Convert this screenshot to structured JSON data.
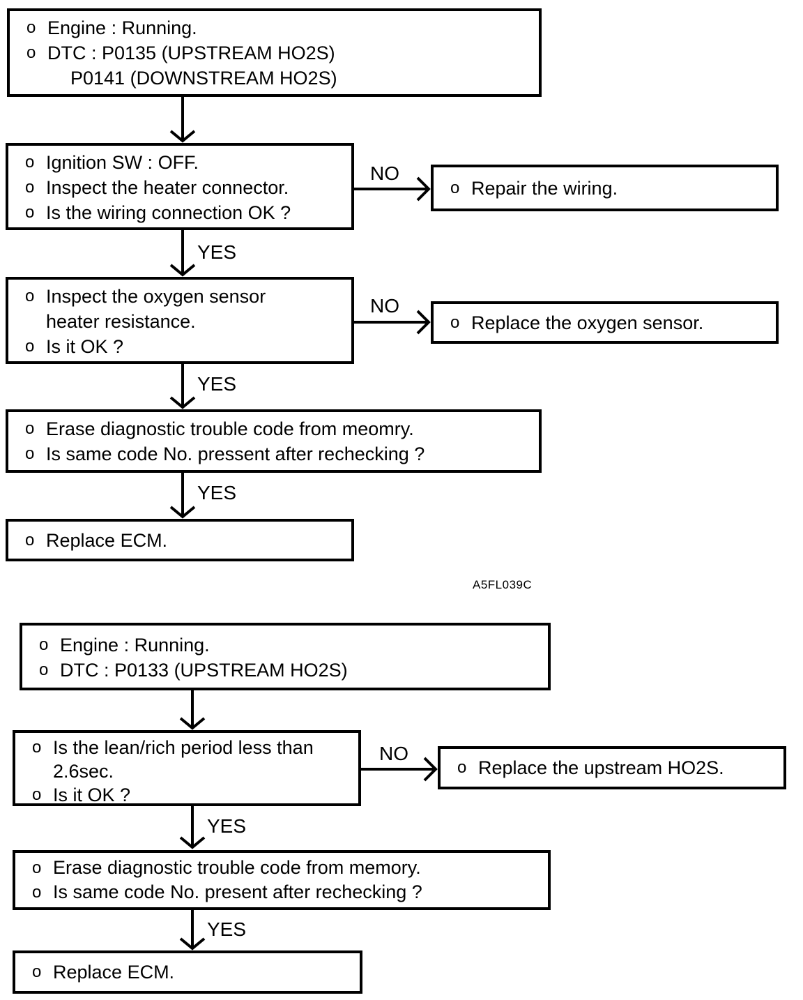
{
  "figure_code": "A5FL039C",
  "labels": {
    "yes": "YES",
    "no": "NO"
  },
  "colors": {
    "ink": "#000000",
    "paper": "#ffffff"
  },
  "flow1": {
    "start": {
      "rows": [
        {
          "b": "o",
          "t": "Engine : Running."
        },
        {
          "b": "o",
          "t": "DTC : P0135 (UPSTREAM HO2S)"
        },
        {
          "b": "",
          "t": "P0141 (DOWNSTREAM HO2S)"
        }
      ]
    },
    "check_wiring": {
      "rows": [
        {
          "b": "o",
          "t": "Ignition SW : OFF."
        },
        {
          "b": "o",
          "t": "Inspect the heater connector."
        },
        {
          "b": "o",
          "t": "Is the wiring connection OK ?"
        }
      ]
    },
    "repair_wiring": {
      "rows": [
        {
          "b": "o",
          "t": "Repair the wiring."
        }
      ]
    },
    "check_heater": {
      "rows": [
        {
          "b": "o",
          "t": "Inspect the oxygen sensor"
        },
        {
          "b": "",
          "t": "heater resistance."
        },
        {
          "b": "o",
          "t": "Is it OK ?"
        }
      ]
    },
    "replace_sensor": {
      "rows": [
        {
          "b": "o",
          "t": "Replace the oxygen sensor."
        }
      ]
    },
    "erase_code": {
      "rows": [
        {
          "b": "o",
          "t": "Erase diagnostic trouble code from meomry."
        },
        {
          "b": "o",
          "t": "Is same code No. pressent after rechecking ?"
        }
      ]
    },
    "replace_ecm": {
      "rows": [
        {
          "b": "o",
          "t": "Replace ECM."
        }
      ]
    }
  },
  "flow2": {
    "start": {
      "rows": [
        {
          "b": "o",
          "t": "Engine : Running."
        },
        {
          "b": "o",
          "t": "DTC : P0133 (UPSTREAM HO2S)"
        }
      ]
    },
    "check_period": {
      "rows": [
        {
          "b": "o",
          "t": "Is the lean/rich period less than"
        },
        {
          "b": "",
          "t": "2.6sec."
        },
        {
          "b": "o",
          "t": "Is it OK ?"
        }
      ]
    },
    "replace_ho2s": {
      "rows": [
        {
          "b": "o",
          "t": "Replace the upstream HO2S."
        }
      ]
    },
    "erase_code": {
      "rows": [
        {
          "b": "o",
          "t": "Erase diagnostic trouble code from memory."
        },
        {
          "b": "o",
          "t": "Is same code No. present after rechecking ?"
        }
      ]
    },
    "replace_ecm": {
      "rows": [
        {
          "b": "o",
          "t": "Replace ECM."
        }
      ]
    }
  }
}
